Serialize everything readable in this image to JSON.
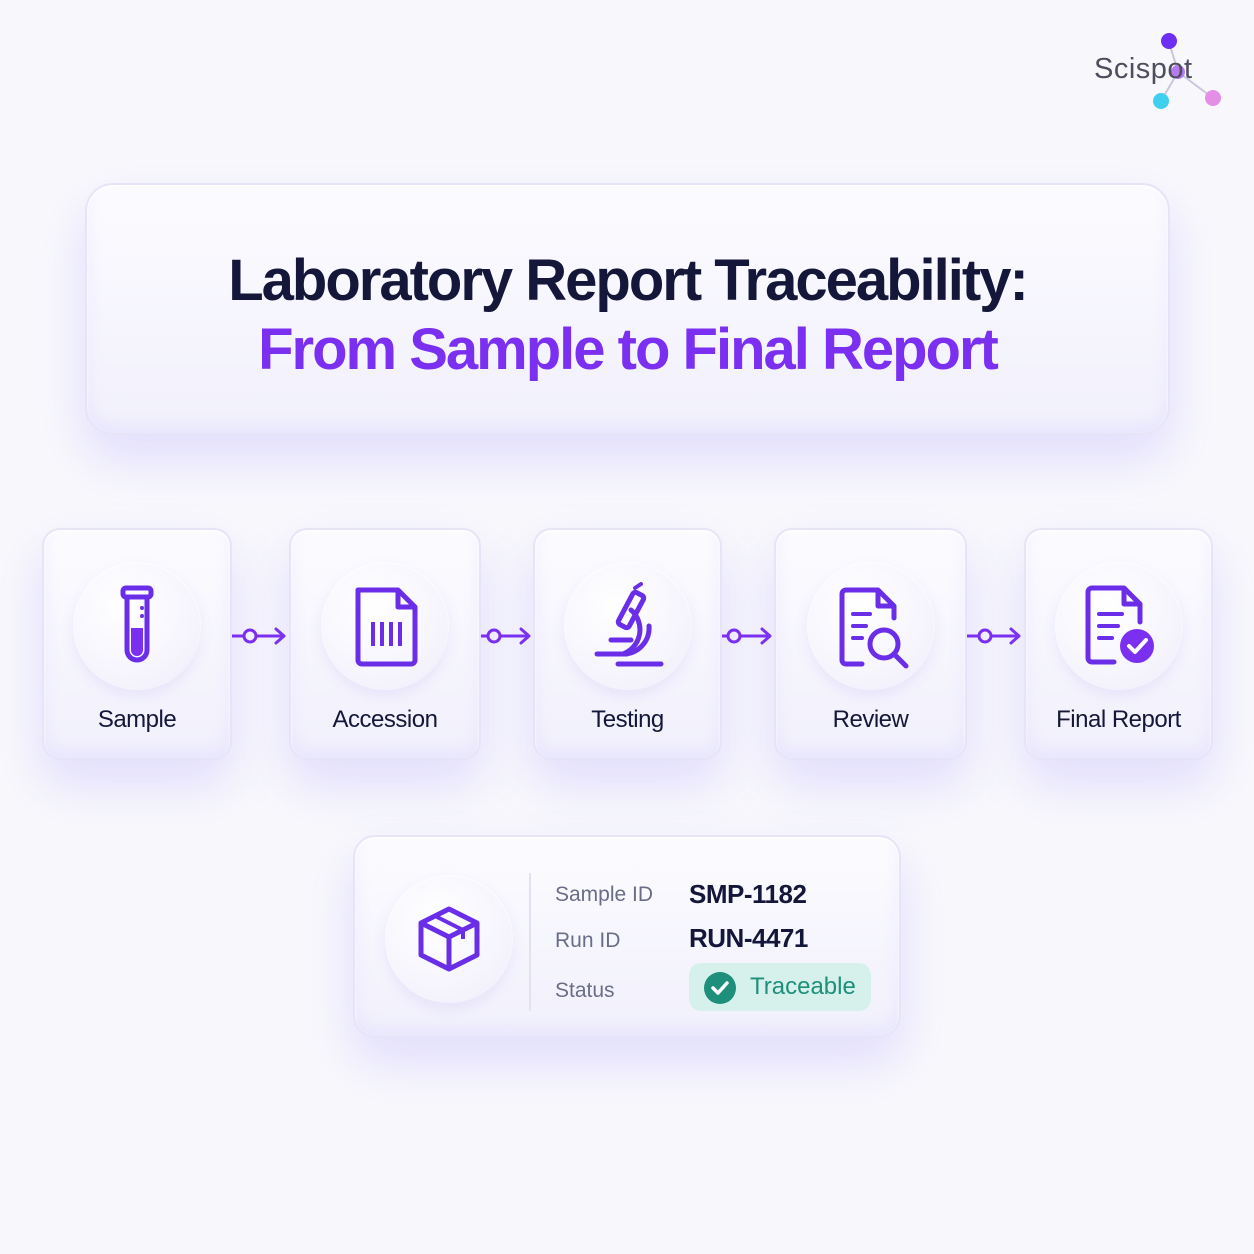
{
  "logo": {
    "text": "Scispot",
    "icon": "molecule-icon"
  },
  "title": {
    "main": "Laboratory Report Traceability:",
    "subtitle": "From Sample to Final Report"
  },
  "colors": {
    "accent": "#7b2ff0",
    "icon": "#6a2ee8",
    "heading": "#14163a",
    "status_bg": "#d6f1ec",
    "status_text": "#1e8f7b"
  },
  "steps": [
    {
      "label": "Sample",
      "icon": "test-tube-icon"
    },
    {
      "label": "Accession",
      "icon": "barcode-document-icon"
    },
    {
      "label": "Testing",
      "icon": "microscope-icon"
    },
    {
      "label": "Review",
      "icon": "document-search-icon"
    },
    {
      "label": "Final Report",
      "icon": "document-check-icon"
    }
  ],
  "info": {
    "icon": "package-box-icon",
    "sample_id_label": "Sample ID",
    "sample_id": "SMP-1182",
    "run_id_label": "Run ID",
    "run_id": "RUN-4471",
    "status_label": "Status",
    "status": "Traceable",
    "status_icon": "check-circle-icon"
  }
}
